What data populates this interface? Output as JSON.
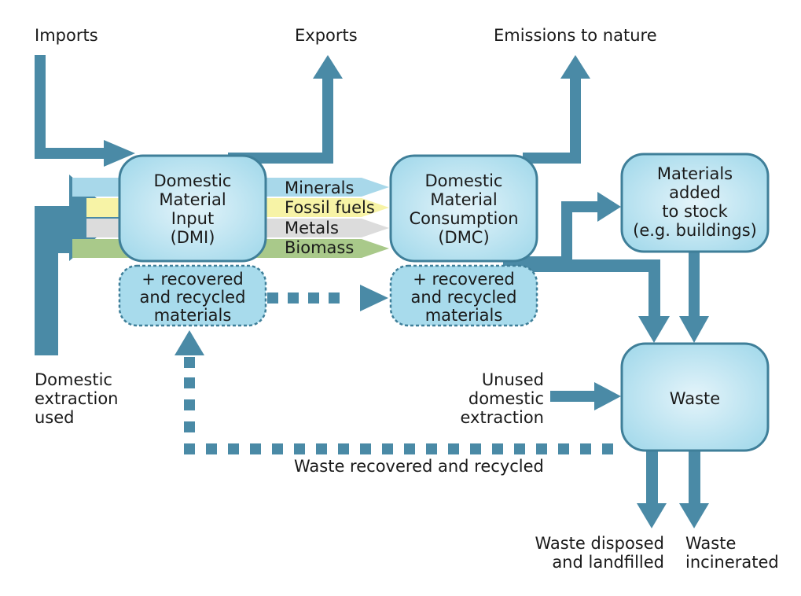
{
  "diagram": {
    "labels": {
      "imports": "Imports",
      "exports": "Exports",
      "emissions": "Emissions to nature",
      "domestic_extraction": [
        "Domestic",
        "extraction",
        "used"
      ],
      "unused_extraction": [
        "Unused",
        "domestic",
        "extraction"
      ],
      "waste_recovered": "Waste recovered and recycled",
      "waste_disposed": [
        "Waste disposed",
        "and landfilled"
      ],
      "waste_incinerated": [
        "Waste",
        "incinerated"
      ]
    },
    "boxes": {
      "dmi": [
        "Domestic",
        "Material",
        "Input",
        "(DMI)"
      ],
      "dmc": [
        "Domestic",
        "Material",
        "Consumption",
        "(DMC)"
      ],
      "stock": [
        "Materials",
        "added",
        "to stock",
        "(e.g. buildings)"
      ],
      "waste": [
        "Waste"
      ],
      "recovered_left": [
        "+ recovered",
        "and recycled",
        "materials"
      ],
      "recovered_right": [
        "+ recovered",
        "and recycled",
        "materials"
      ]
    },
    "bands": [
      {
        "name": "minerals",
        "label": "Minerals",
        "color": "#a8d8ea"
      },
      {
        "name": "fossil-fuels",
        "label": "Fossil fuels",
        "color": "#f7f3a6"
      },
      {
        "name": "metals",
        "label": "Metals",
        "color": "#dcdcdc"
      },
      {
        "name": "biomass",
        "label": "Biomass",
        "color": "#a9c98a"
      }
    ],
    "colors": {
      "arrow": "#4a8aa6",
      "box_fill": "#a8dbec",
      "box_fill_light": "#e4f4fa",
      "box_stroke": "#3f7f99"
    }
  }
}
